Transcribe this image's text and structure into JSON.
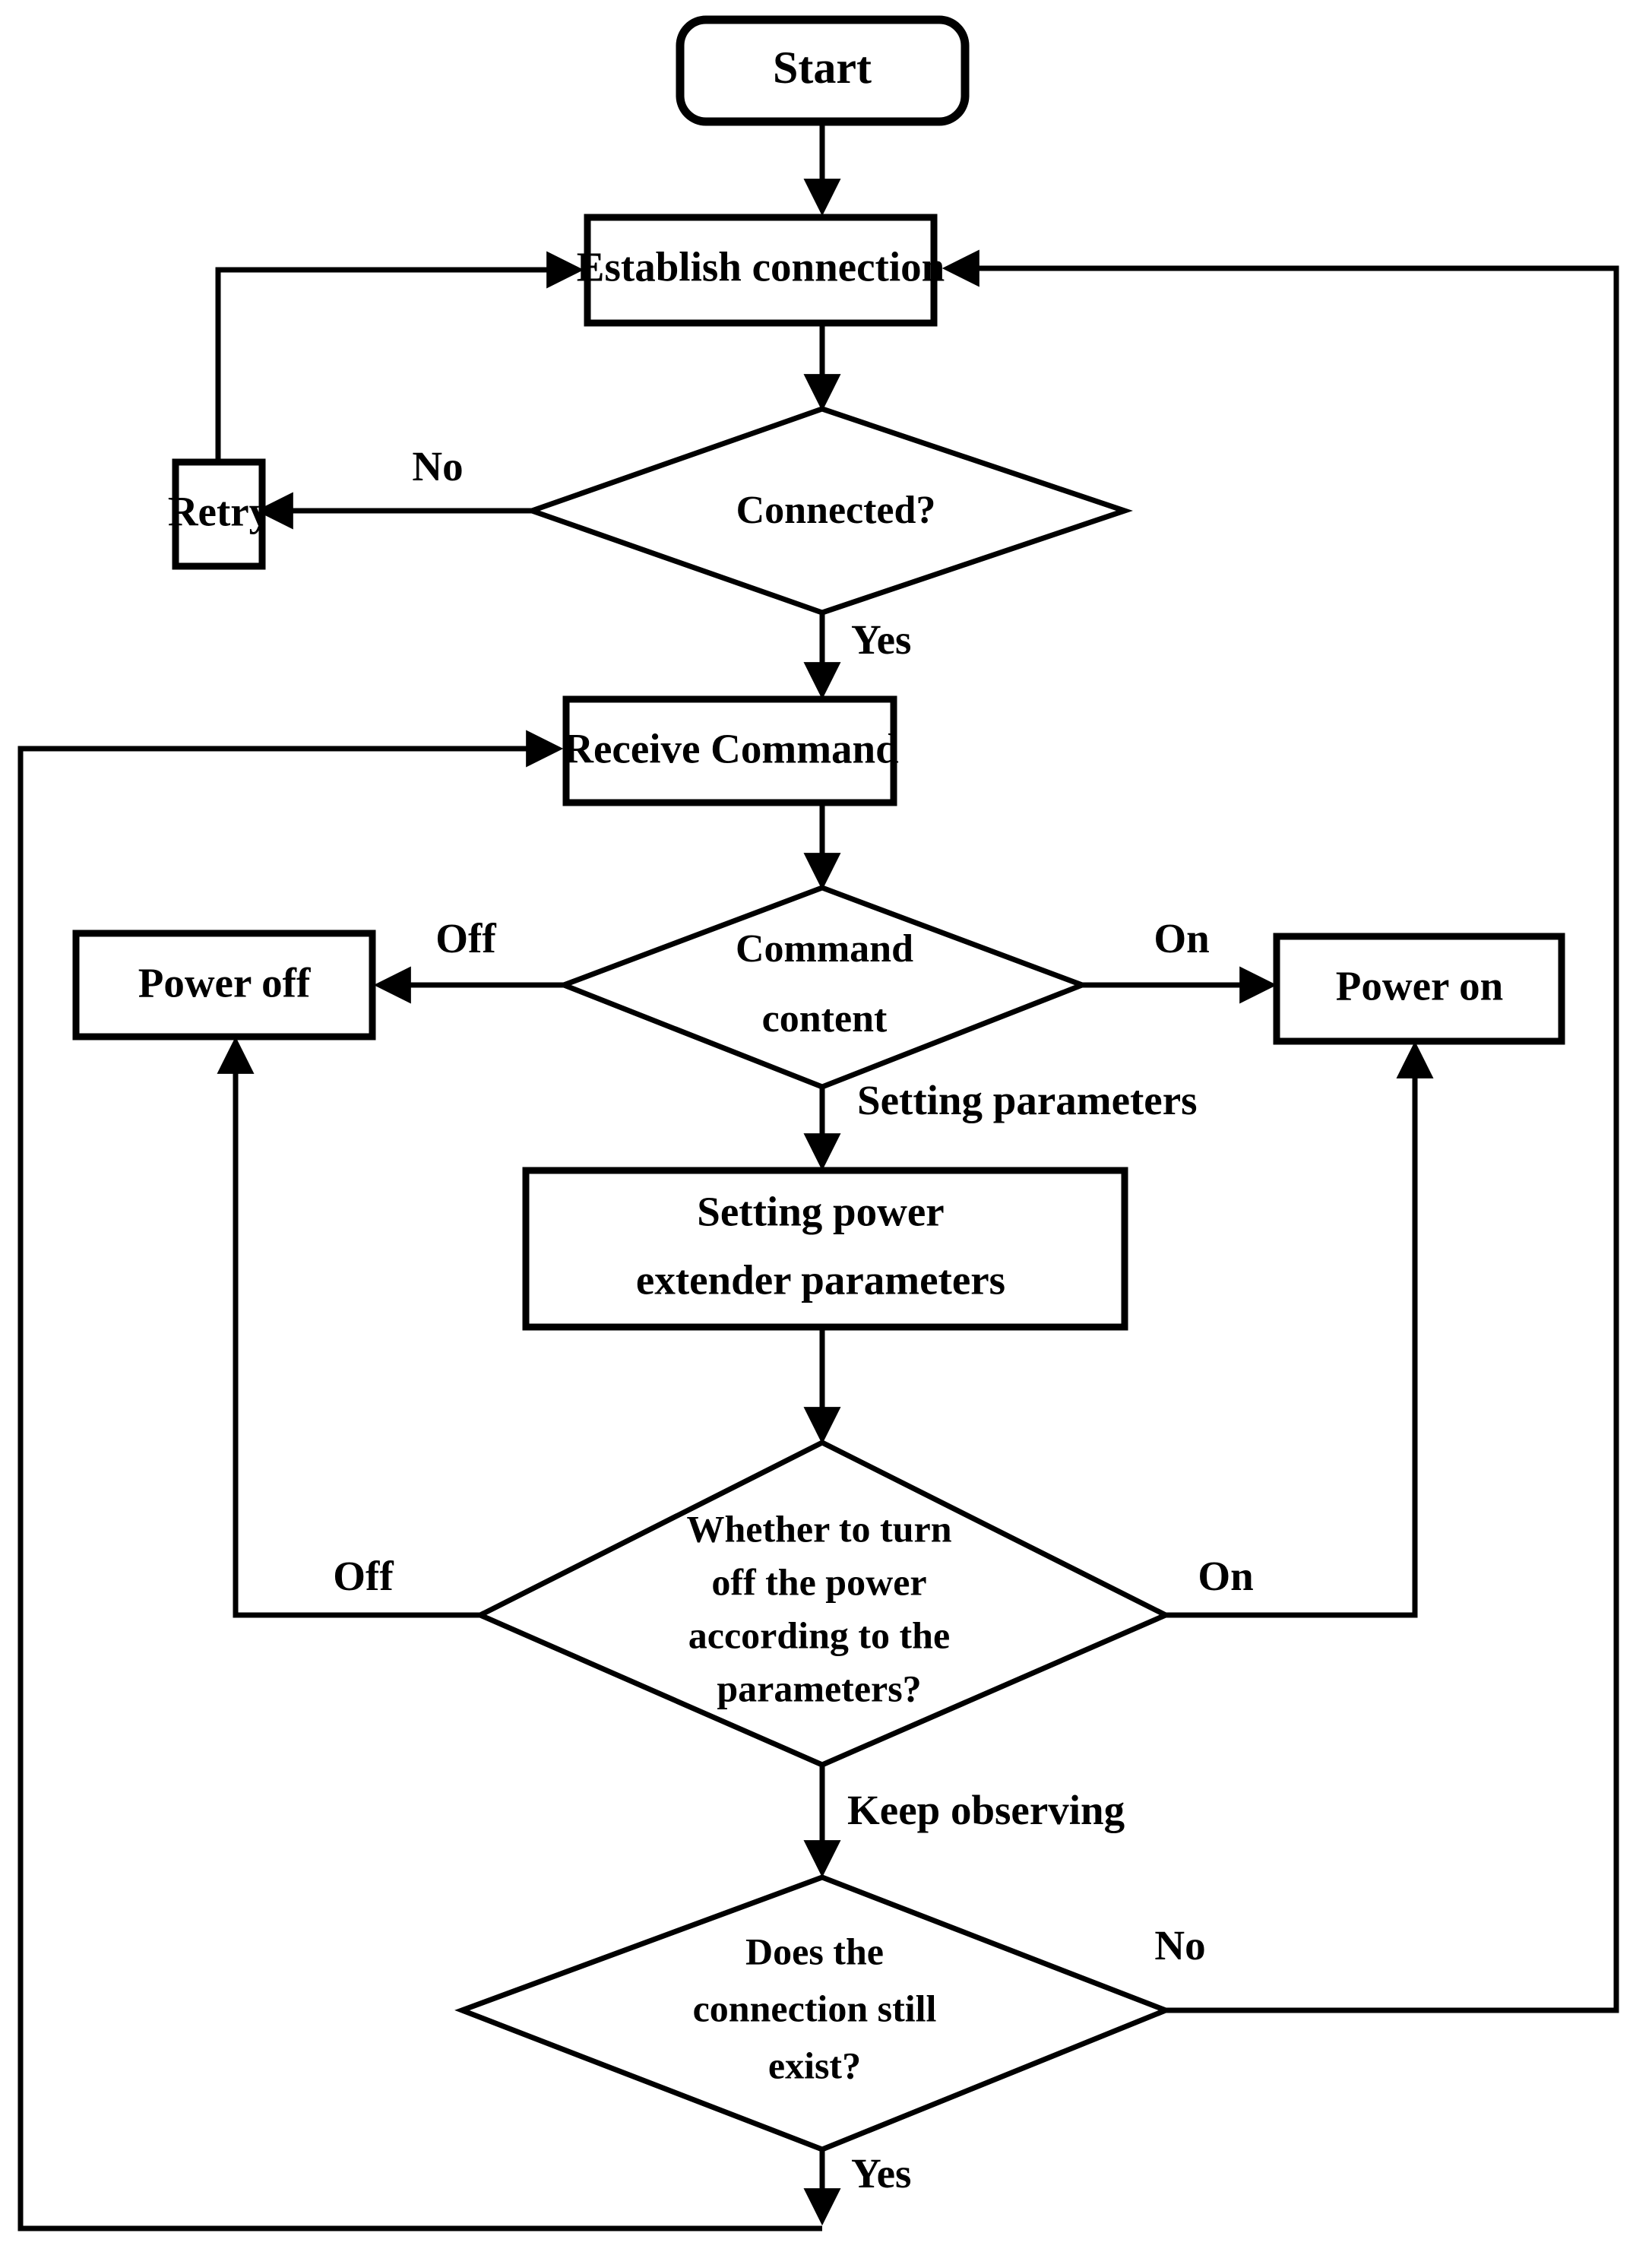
{
  "diagram": {
    "type": "flowchart",
    "title": "",
    "orientation": "top-to-bottom",
    "background": "#ffffff",
    "line_color": "#000000",
    "nodes": [
      {
        "id": "start",
        "shape": "terminator",
        "label": "Start"
      },
      {
        "id": "establish",
        "shape": "process",
        "label": "Establish connection"
      },
      {
        "id": "connected",
        "shape": "decision",
        "label": "Connected?"
      },
      {
        "id": "retry",
        "shape": "process",
        "label": "Retry"
      },
      {
        "id": "receive",
        "shape": "process",
        "label": "Receive Command"
      },
      {
        "id": "cmdcontent",
        "shape": "decision",
        "label_line1": "Command",
        "label_line2": "content"
      },
      {
        "id": "poweroff",
        "shape": "process",
        "label": "Power off"
      },
      {
        "id": "poweron",
        "shape": "process",
        "label": "Power on"
      },
      {
        "id": "setparams",
        "shape": "process",
        "label_line1": "Setting power",
        "label_line2": "extender parameters"
      },
      {
        "id": "whetheroff",
        "shape": "decision",
        "label_line1": "Whether to turn",
        "label_line2": "off the power",
        "label_line3": "according to the",
        "label_line4": "parameters?"
      },
      {
        "id": "connexists",
        "shape": "decision",
        "label_line1": "Does the",
        "label_line2": "connection still",
        "label_line3": "exist?"
      }
    ],
    "edges": [
      {
        "from": "start",
        "to": "establish",
        "label": ""
      },
      {
        "from": "establish",
        "to": "connected",
        "label": ""
      },
      {
        "from": "connected",
        "to": "retry",
        "label": "No"
      },
      {
        "from": "retry",
        "to": "establish",
        "label": ""
      },
      {
        "from": "connected",
        "to": "receive",
        "label": "Yes"
      },
      {
        "from": "receive",
        "to": "cmdcontent",
        "label": ""
      },
      {
        "from": "cmdcontent",
        "to": "poweroff",
        "label": "Off"
      },
      {
        "from": "cmdcontent",
        "to": "poweron",
        "label": "On"
      },
      {
        "from": "cmdcontent",
        "to": "setparams",
        "label": "Setting parameters"
      },
      {
        "from": "setparams",
        "to": "whetheroff",
        "label": ""
      },
      {
        "from": "whetheroff",
        "to": "poweroff",
        "label": "Off"
      },
      {
        "from": "whetheroff",
        "to": "poweron",
        "label": "On"
      },
      {
        "from": "whetheroff",
        "to": "connexists",
        "label": "Keep observing"
      },
      {
        "from": "connexists",
        "to": "establish",
        "label": "No"
      },
      {
        "from": "connexists",
        "to": "receive",
        "label": "Yes"
      }
    ],
    "edge_labels": {
      "connected_no": "No",
      "connected_yes": "Yes",
      "cmd_off": "Off",
      "cmd_on": "On",
      "cmd_setting": "Setting parameters",
      "whether_off": "Off",
      "whether_on": "On",
      "whether_keep": "Keep observing",
      "exists_no": "No",
      "exists_yes": "Yes"
    }
  }
}
